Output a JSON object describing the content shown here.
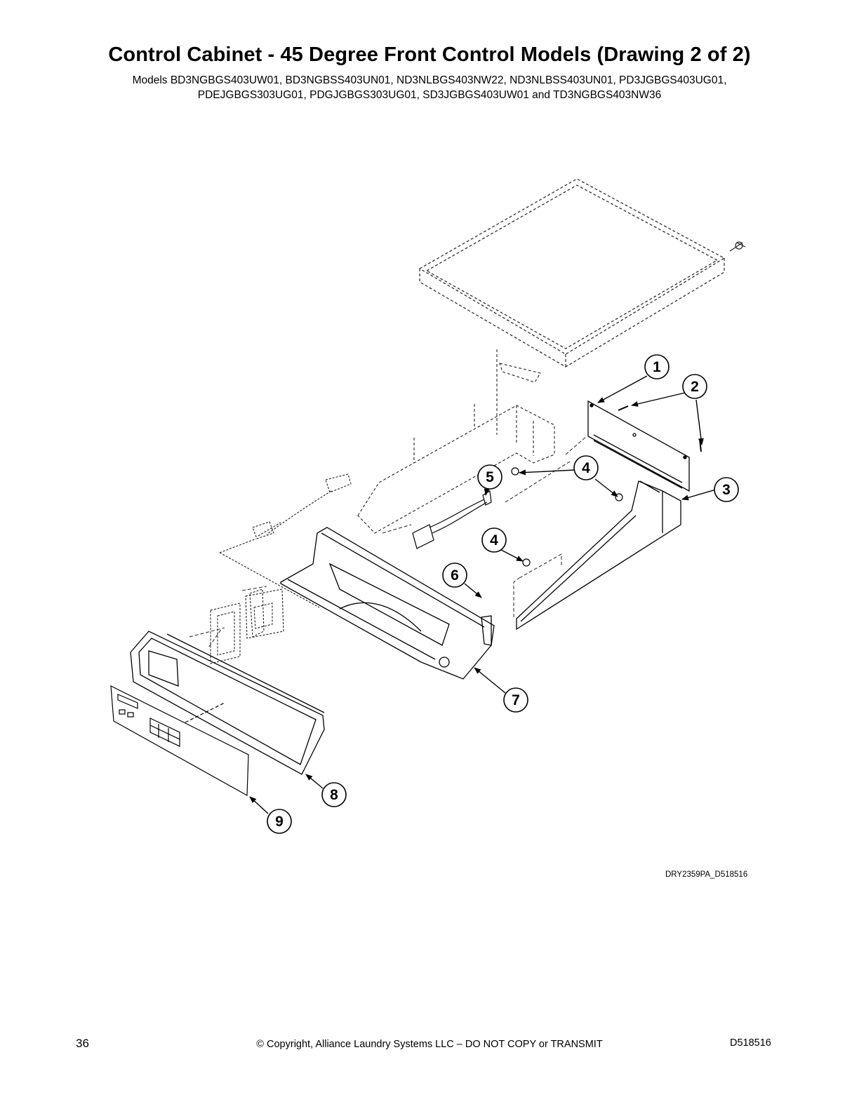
{
  "header": {
    "title": "Control Cabinet - 45 Degree Front Control Models (Drawing 2 of 2)",
    "models_line1": "Models BD3NGBGS403UW01, BD3NGBSS403UN01, ND3NLBGS403NW22, ND3NLBSS403UN01, PD3JGBGS403UG01,",
    "models_line2": "PDEJGBGS303UG01, PDGJGBGS303UG01, SD3JGBGS403UW01 and TD3NGBGS403NW36"
  },
  "callouts": [
    {
      "id": "callout-1",
      "label": "1"
    },
    {
      "id": "callout-2",
      "label": "2"
    },
    {
      "id": "callout-3",
      "label": "3"
    },
    {
      "id": "callout-4a",
      "label": "4"
    },
    {
      "id": "callout-4b",
      "label": "4"
    },
    {
      "id": "callout-5",
      "label": "5"
    },
    {
      "id": "callout-6",
      "label": "6"
    },
    {
      "id": "callout-7",
      "label": "7"
    },
    {
      "id": "callout-8",
      "label": "8"
    },
    {
      "id": "callout-9",
      "label": "9"
    }
  ],
  "drawing_id": "DRY2359PA_D518516",
  "footer": {
    "page_number": "36",
    "copyright": "© Copyright, Alliance Laundry Systems LLC – DO NOT COPY or TRANSMIT",
    "doc_number": "D518516"
  }
}
